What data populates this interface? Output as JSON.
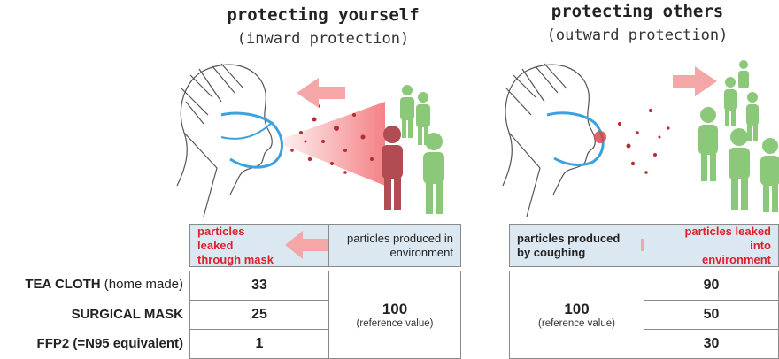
{
  "left_panel": {
    "title": "protecting yourself",
    "subtitle": "(inward protection)",
    "col_header_left": "particles leaked through mask",
    "col_header_right": "particles produced in environment",
    "values": [
      "33",
      "25",
      "1"
    ],
    "reference_value": "100",
    "reference_label": "(reference value)"
  },
  "right_panel": {
    "title": "protecting others",
    "subtitle": "(outward protection)",
    "col_header_left": "particles produced by coughing",
    "col_header_right": "particles leaked into environment",
    "values": [
      "90",
      "50",
      "30"
    ],
    "reference_value": "100",
    "reference_label": "(reference value)"
  },
  "rows": [
    {
      "name": "TEA CLOTH",
      "note": "(home made)"
    },
    {
      "name": "SURGICAL MASK",
      "note": ""
    },
    {
      "name": "FFP2 (=N95 equivalent)",
      "note": ""
    }
  ],
  "colors": {
    "header_bg": "#dbe8f2",
    "highlight_red": "#e0202a",
    "arrow_pink": "#f4a7a6",
    "person_green": "#8cc87a",
    "person_red": "#b04c52"
  }
}
